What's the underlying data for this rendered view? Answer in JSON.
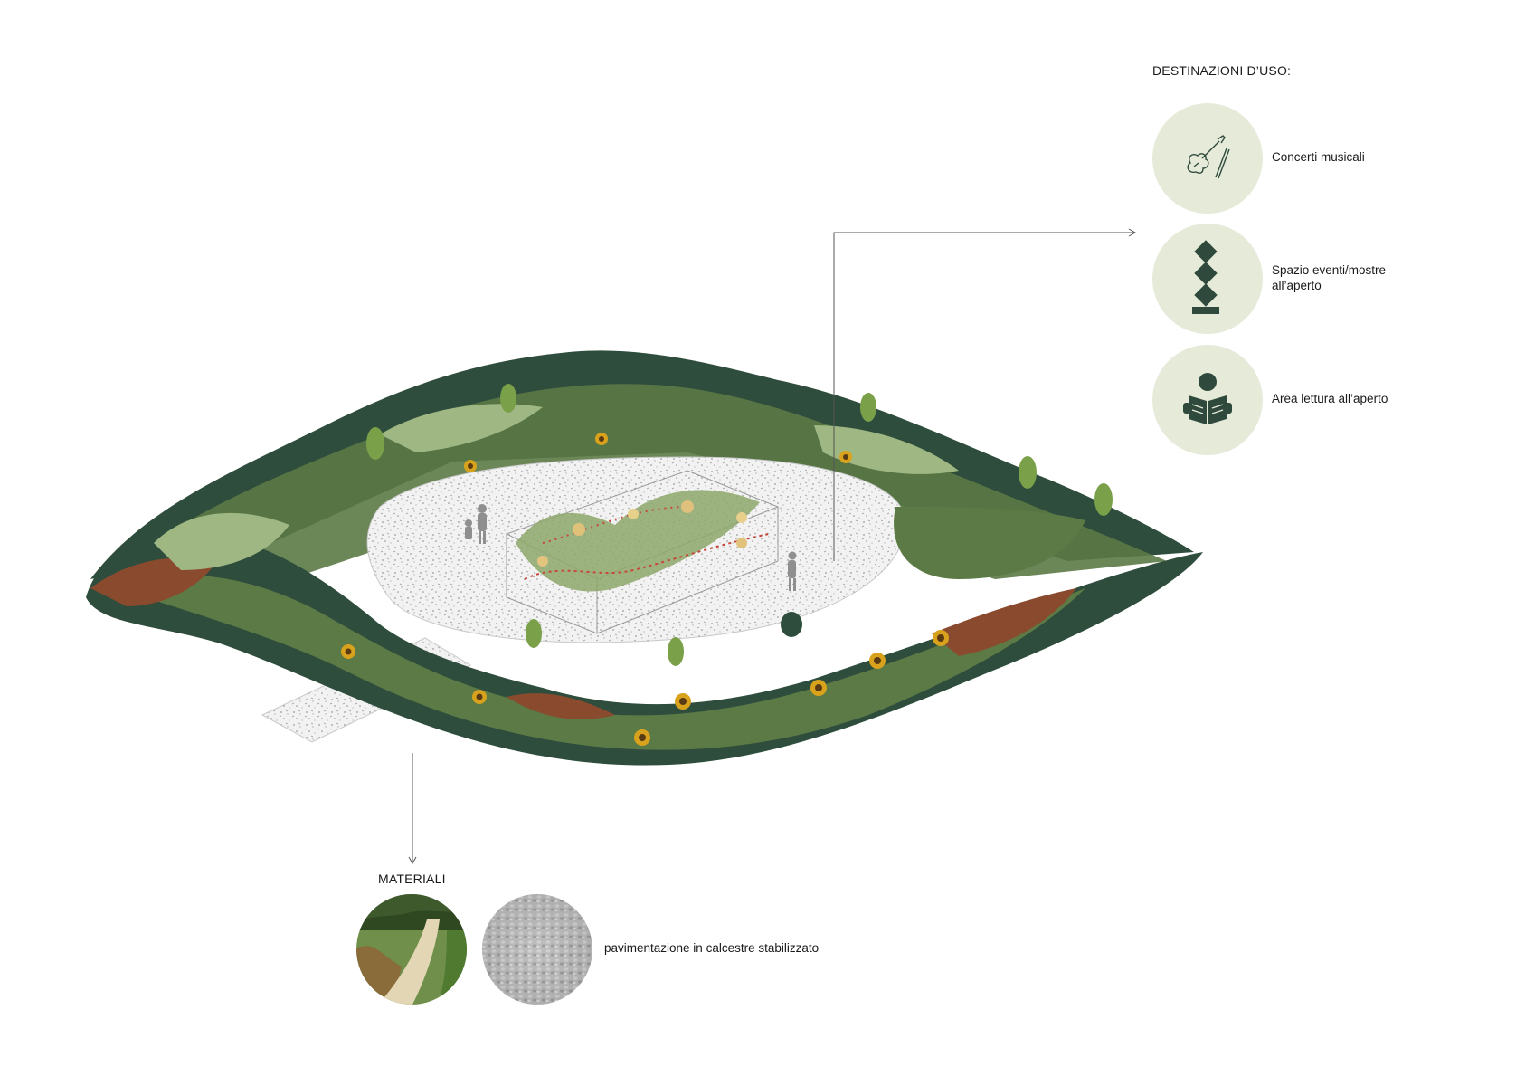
{
  "uses": {
    "heading": "DESTINAZIONI D’USO:",
    "items": [
      {
        "icon": "violin-icon",
        "label": "Concerti musicali"
      },
      {
        "icon": "stacked-diamonds-icon",
        "label": "Spazio eventi/mostre all’aperto"
      },
      {
        "icon": "reader-icon",
        "label": "Area lettura all’aperto"
      }
    ]
  },
  "materials": {
    "heading": "MATERIALI",
    "items": [
      {
        "icon": "gravel-path-photo"
      },
      {
        "icon": "gravel-texture-photo"
      }
    ],
    "description": "pavimentazione in calcestre stabilizzato"
  },
  "colors": {
    "circle_bg": "#e6ead9",
    "icon_dark": "#2f4a3d",
    "foliage_dark": "#2e4d3c",
    "foliage_mid": "#5c7a45",
    "foliage_light": "#9fb883",
    "foliage_rust": "#8a4a2e",
    "sunflower": "#d9a21c",
    "gravel": "#eeeeee"
  }
}
